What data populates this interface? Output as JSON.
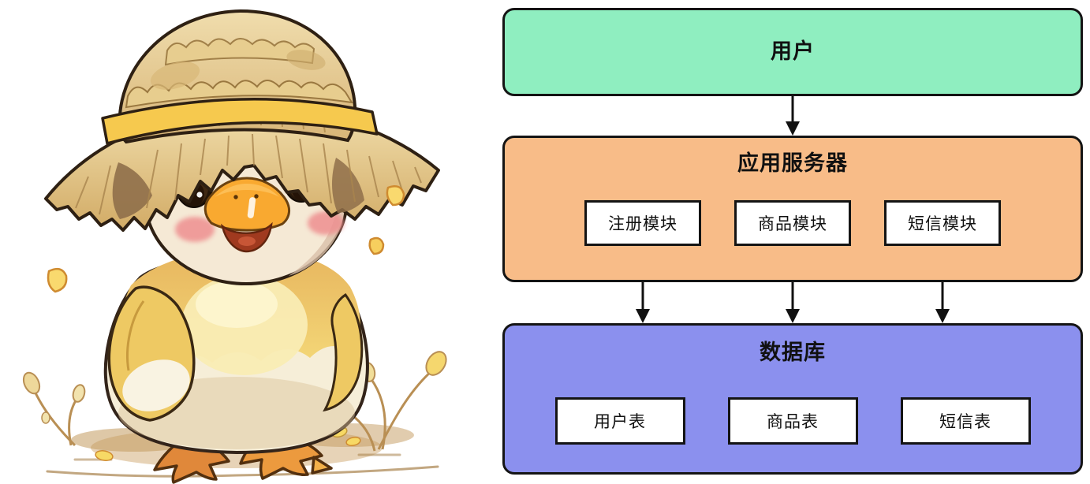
{
  "illustration": {
    "name": "duckling-in-straw-hat-illustration"
  },
  "diagram": {
    "user_layer": {
      "label": "用户",
      "color": "#8FEEC0"
    },
    "app_layer": {
      "label": "应用服务器",
      "color": "#F8BC88",
      "modules": [
        {
          "label": "注册模块"
        },
        {
          "label": "商品模块"
        },
        {
          "label": "短信模块"
        }
      ]
    },
    "db_layer": {
      "label": "数据库",
      "color": "#8B90EE",
      "tables": [
        {
          "label": "用户表"
        },
        {
          "label": "商品表"
        },
        {
          "label": "短信表"
        }
      ]
    },
    "colors": {
      "border": "#141414",
      "module_background": "#FFFFFF",
      "arrow": "#111111"
    }
  }
}
